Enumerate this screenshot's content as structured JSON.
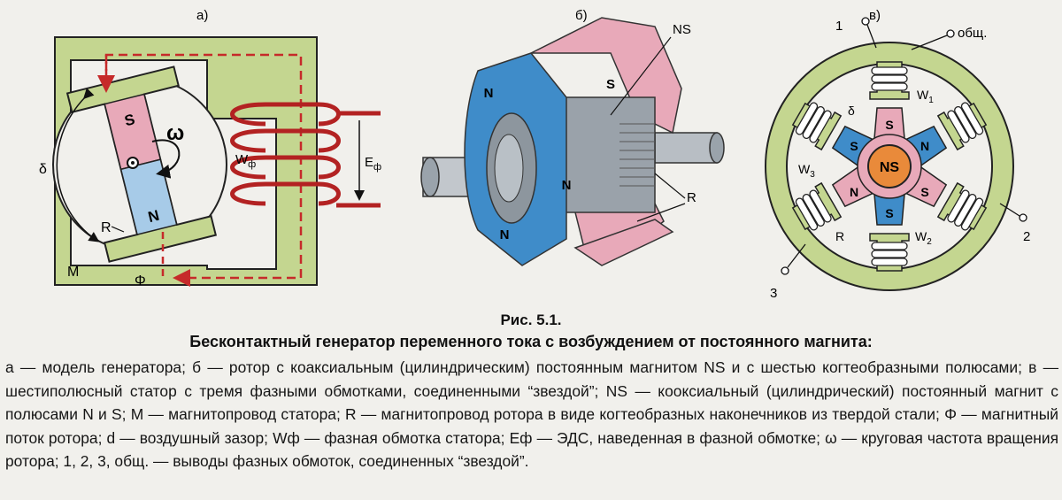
{
  "figure": {
    "panel_a": {
      "tag": "а)",
      "pole_s": "S",
      "pole_n": "N",
      "omega": "ω",
      "delta": "δ",
      "r": "R",
      "m": "M",
      "phi": "Φ",
      "w_main": "W",
      "w_sub": "ф",
      "e_main": "E",
      "e_sub": "ф"
    },
    "panel_b": {
      "tag": "б)",
      "ns": "NS",
      "r": "R",
      "pole_n": "N",
      "pole_s": "S"
    },
    "panel_c": {
      "tag": "в)",
      "term1": "1",
      "term2": "2",
      "term3": "3",
      "term_common": "общ.",
      "center": "NS",
      "pole_s": "S",
      "pole_n": "N",
      "delta": "δ",
      "r": "R",
      "w1_main": "W",
      "w1_sub": "1",
      "w2_main": "W",
      "w2_sub": "2",
      "w3_main": "W",
      "w3_sub": "3"
    }
  },
  "caption": {
    "number": "Рис. 5.1.",
    "title": "Бесконтактный генератор переменного тока с возбуждением от постоянного магнита:",
    "description": "а — модель генератора; б — ротор с коаксиальным (цилиндрическим) постоянным магнитом NS и с шестью когтеобразными полюсами; в — шестиполюсный статор с тремя фазными обмотками, соединенными “звездой”; NS — кооксиальный (цилиндрический) постоянный магнит с полюсами N и S; M — магнитопровод статора; R — магнитопровод ротора в виде когтеобразных наконечников из твердой стали; Φ — магнитный поток ротора; d — воздушный зазор; Wф — фазная обмотка статора; Еф — ЭДС, наведенная в фазной обмотке; ω — круговая частота вращения ротора; 1, 2, 3, общ. — выводы фазных обмоток, соединенных “звездой”."
  },
  "colors": {
    "green": "#c4d690",
    "pink": "#e8a9b9",
    "blue": "#3f8cc9",
    "lightblue": "#a7cbe8",
    "red": "#c62a2a",
    "orange": "#e98a3a",
    "gray": "#8f9aa3"
  }
}
